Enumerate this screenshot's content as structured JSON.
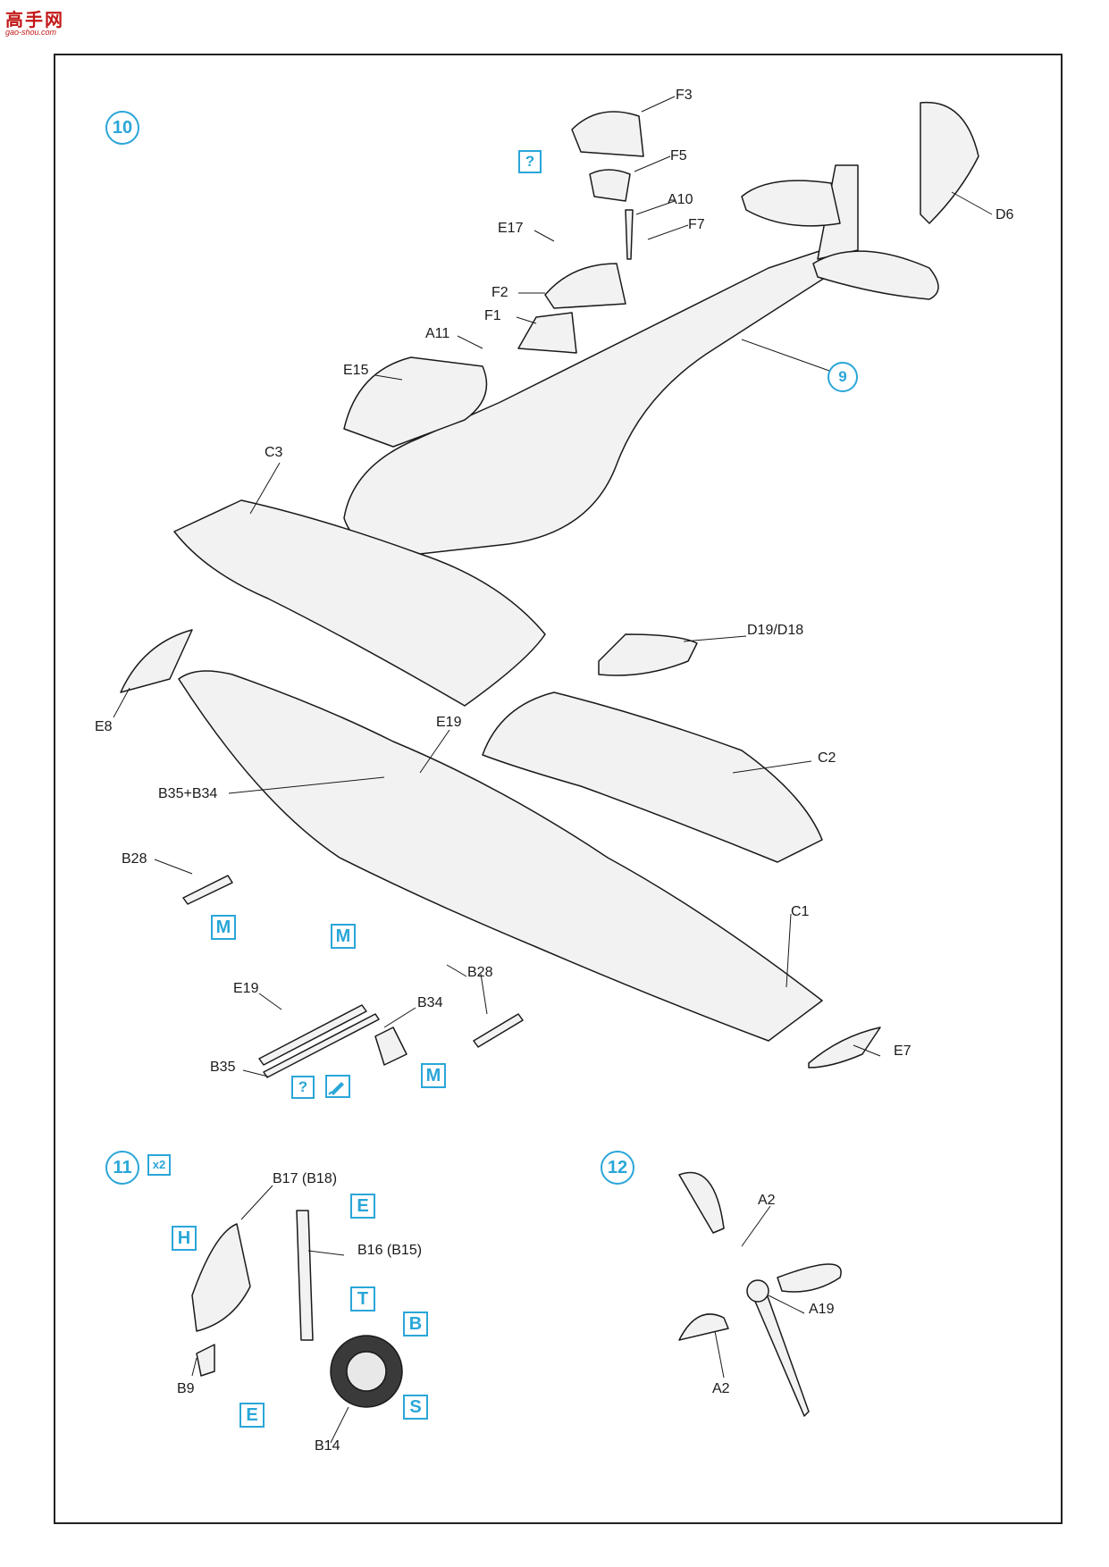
{
  "logo": {
    "main": "高手网",
    "sub": "gao-shou.com"
  },
  "steps": {
    "s10": "10",
    "s11": "11",
    "s12": "12",
    "s9": "9"
  },
  "multiplier": "x2",
  "marks": {
    "question": "?",
    "M": "M",
    "E": "E",
    "H": "H",
    "T": "T",
    "B": "B",
    "S": "S"
  },
  "parts": {
    "F3": "F3",
    "F5": "F5",
    "A10": "A10",
    "F7": "F7",
    "E17": "E17",
    "D6": "D6",
    "F2": "F2",
    "F1": "F1",
    "A11": "A11",
    "E15": "E15",
    "C3": "C3",
    "D19D18": "D19/D18",
    "E8": "E8",
    "E19": "E19",
    "C2": "C2",
    "B35B34": "B35+B34",
    "B28": "B28",
    "C1": "C1",
    "B34": "B34",
    "B35": "B35",
    "E7": "E7",
    "B17B18": "B17 (B18)",
    "B16B15": "B16 (B15)",
    "B9": "B9",
    "B14": "B14",
    "A2": "A2",
    "A19": "A19"
  },
  "colors": {
    "accent": "#2aa6d8",
    "line": "#1a1a1a",
    "fill": "#f2f2f2",
    "logo": "#c21818"
  }
}
